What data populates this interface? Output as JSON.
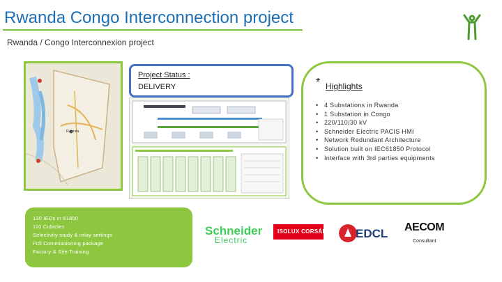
{
  "header": {
    "title": "Rwanda Congo Interconnection project",
    "subtitle": "Rwanda / Congo Interconnexion project"
  },
  "map": {
    "label": "Rwanda"
  },
  "status": {
    "title": "Project Status :",
    "value": "DELIVERY"
  },
  "highlights": {
    "star": "*",
    "title": "Highlights",
    "items": [
      "4 Substations in Rwanda",
      "1 Substation in Congo",
      "220/110/30 kV",
      "Schneider Electric PACIS HMI",
      "Network Redundant Architecture",
      "Solution built on IEC61850 Protocol",
      "Interface with 3rd parties equipments"
    ]
  },
  "facts": {
    "items": [
      "130 IEDs in 61850",
      "110 Cubicles",
      "Selectivity study & relay settings",
      "Full Commissioning package",
      "Factory & Site Training"
    ]
  },
  "partners": {
    "schneider_line1": "Schneider",
    "schneider_line2": "Electric",
    "isolux": "ISOLUX CORSÁN",
    "edcl": "EDCL",
    "aecom": "AECOM",
    "consultant_caption": "Consultant"
  },
  "colors": {
    "title_blue": "#1d6fb5",
    "accent_green": "#8dc63f",
    "status_border": "#4472c4",
    "schneider_green": "#3dcd58",
    "isolux_red": "#e2001a",
    "edcl_red": "#d8232a"
  },
  "icons": {
    "corner_logo": "stick-figure-logo-icon",
    "edcl_logo": "edcl-flame-icon"
  }
}
